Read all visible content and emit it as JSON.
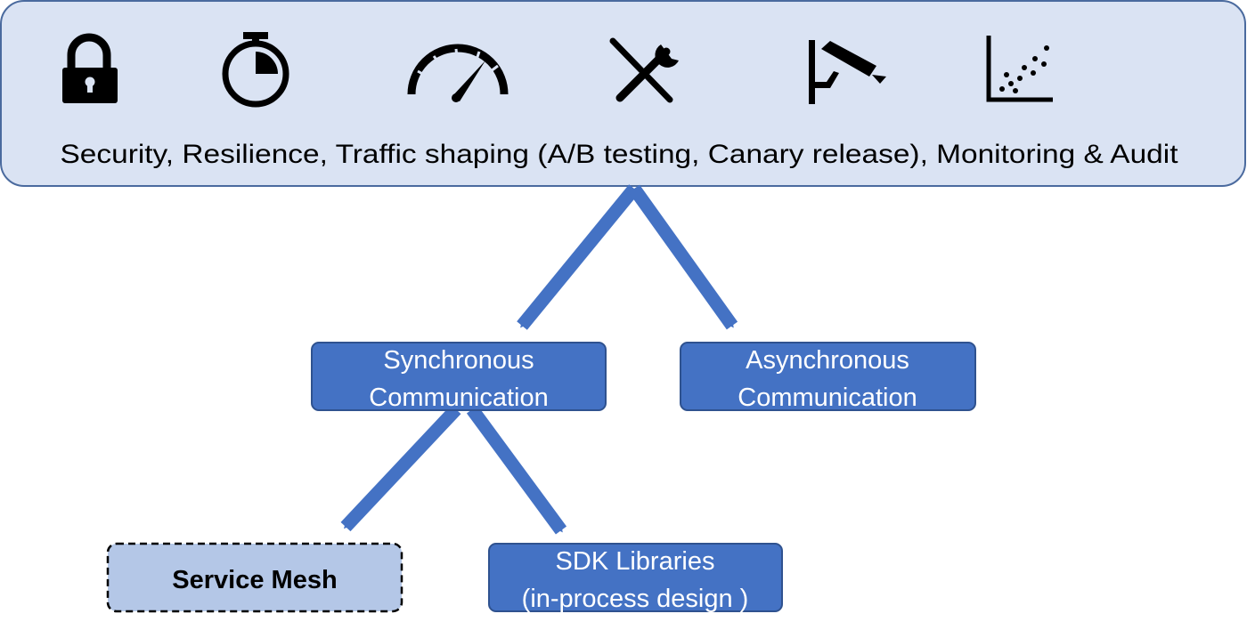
{
  "concerns": {
    "caption": "Security, Resilience, Traffic shaping (A/B testing, Canary release), Monitoring & Audit",
    "icons": [
      "lock-icon",
      "stopwatch-icon",
      "speedometer-icon",
      "tools-icon",
      "surveillance-camera-icon",
      "scatter-plot-icon"
    ]
  },
  "nodes": {
    "sync": {
      "line1": "Synchronous",
      "line2": "Communication"
    },
    "async": {
      "line1": "Asynchronous",
      "line2": "Communication"
    },
    "mesh": {
      "label": "Service Mesh"
    },
    "sdk": {
      "line1": "SDK Libraries",
      "line2": "(in-process design )"
    }
  },
  "colors": {
    "panel_fill": "#dae3f3",
    "panel_stroke": "#4a6a9e",
    "node_fill": "#4472c4",
    "node_stroke": "#2f528f",
    "node_text": "#ffffff",
    "mesh_fill": "#b4c7e7",
    "arrow": "#4472c4",
    "icon": "#000000"
  }
}
